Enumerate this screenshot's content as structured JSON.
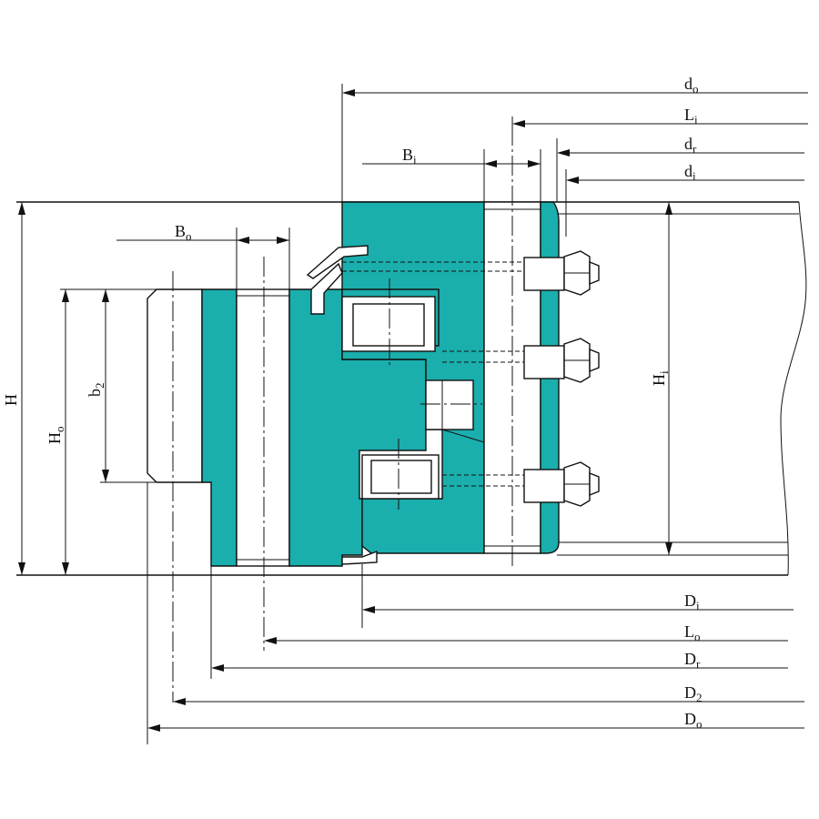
{
  "colors": {
    "section": "#1aaeac",
    "line": "#111111",
    "background": "#ffffff"
  },
  "dimensions": {
    "do": {
      "main": "d",
      "sub": "o"
    },
    "Li": {
      "main": "L",
      "sub": "i"
    },
    "dr": {
      "main": "d",
      "sub": "r"
    },
    "di": {
      "main": "d",
      "sub": "i"
    },
    "Bi": {
      "main": "B",
      "sub": "i"
    },
    "Bo": {
      "main": "B",
      "sub": "o"
    },
    "H": {
      "main": "H",
      "sub": ""
    },
    "Ho": {
      "main": "H",
      "sub": "o"
    },
    "b2": {
      "main": "b",
      "sub": "2"
    },
    "Hi": {
      "main": "H",
      "sub": "i"
    },
    "Di": {
      "main": "D",
      "sub": "i"
    },
    "Lo": {
      "main": "L",
      "sub": "o"
    },
    "Dr": {
      "main": "D",
      "sub": "r"
    },
    "D2": {
      "main": "D",
      "sub": "2"
    },
    "Do": {
      "main": "D",
      "sub": "o"
    }
  }
}
